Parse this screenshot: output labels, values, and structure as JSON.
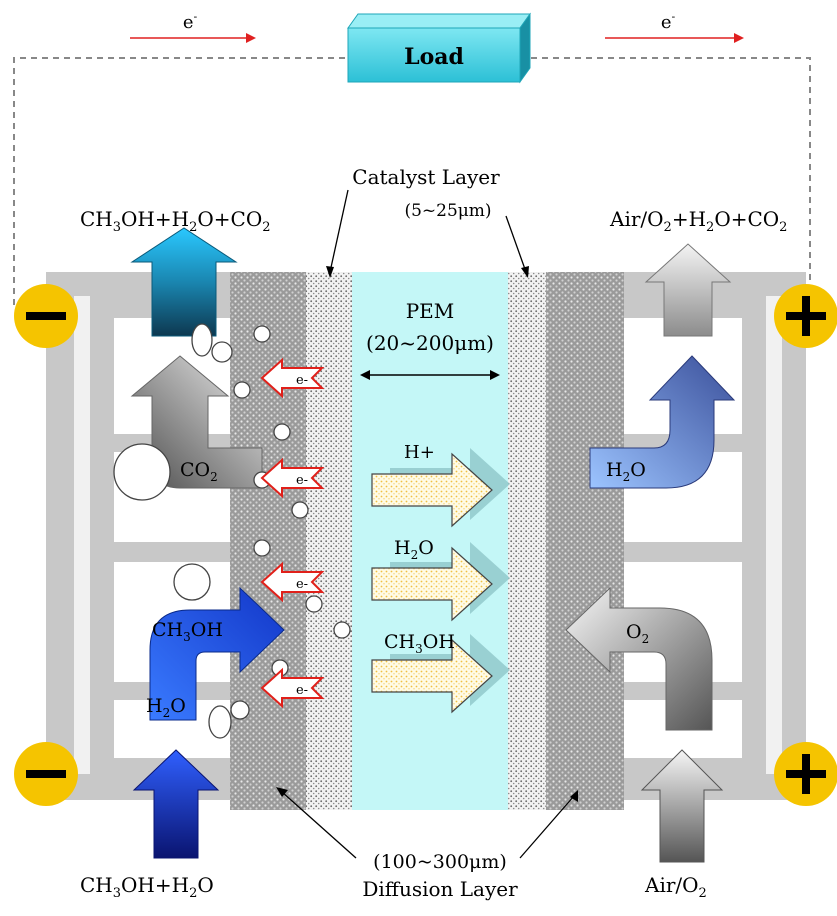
{
  "circuit": {
    "electron_label_left": "e",
    "electron_label_right": "e",
    "electron_superscript": "-",
    "load_label": "Load"
  },
  "labels": {
    "catalyst_layer": "Catalyst Layer",
    "catalyst_thickness": "(5~25μm)",
    "pem": "PEM",
    "pem_thickness": "(20~200μm)",
    "diffusion_thickness": "(100~300μm)",
    "diffusion_layer": "Diffusion Layer"
  },
  "anode": {
    "outlet_label": {
      "p1": "CH",
      "s1": "3",
      "p2": "OH+H",
      "s2": "2",
      "p3": "O+CO",
      "s3": "2"
    },
    "inlet_label": {
      "p1": "CH",
      "s1": "3",
      "p2": "OH+H",
      "s2": "2",
      "p3": "O"
    },
    "co2_label": {
      "p1": "CO",
      "s1": "2"
    },
    "ch3oh_label": {
      "p1": "CH",
      "s1": "3",
      "p2": "OH"
    },
    "h2o_label": {
      "p1": "H",
      "s1": "2",
      "p2": "O"
    },
    "terminal_sign": "−"
  },
  "cathode": {
    "outlet_label": {
      "p1": "Air/O",
      "s1": "2",
      "p2": "+H",
      "s2": "2",
      "p3": "O+CO",
      "s3": "2"
    },
    "inlet_label": {
      "p1": "Air/O",
      "s1": "2"
    },
    "h2o_label": {
      "p1": "H",
      "s1": "2",
      "p2": "O"
    },
    "o2_label": {
      "p1": "O",
      "s1": "2"
    },
    "terminal_sign": "+"
  },
  "membrane_flows": {
    "h_plus": {
      "p1": "H+"
    },
    "h2o": {
      "p1": "H",
      "s1": "2",
      "p2": "O"
    },
    "ch3oh": {
      "p1": "CH",
      "s1": "3",
      "p2": "OH"
    }
  },
  "electron_arrow_label": "e-",
  "colors": {
    "frame": "#c8c8c8",
    "pem": "#c4f7f7",
    "load": "#27c3d8",
    "terminal": "#f5c400",
    "arrow_blue": "#2f5bd8",
    "arrow_red": "#e0201a"
  }
}
